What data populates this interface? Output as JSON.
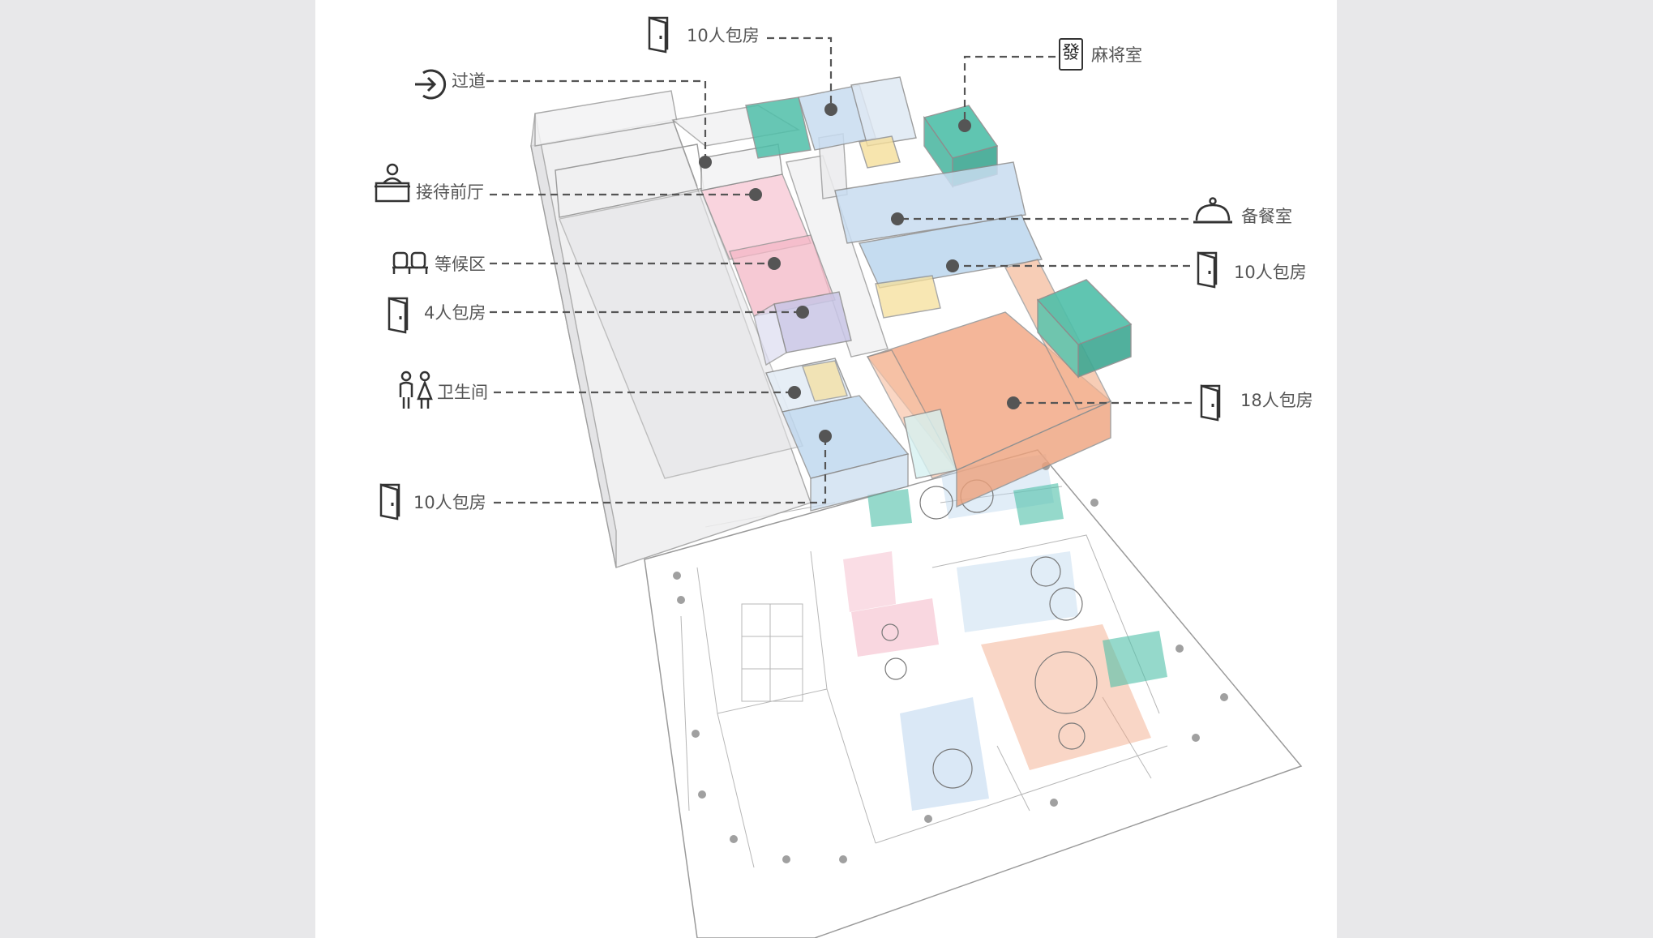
{
  "labels": {
    "guodao": "过道",
    "jiedai": "接待前厅",
    "denghou": "等候区",
    "room4": "4人包房",
    "weisheng": "卫生间",
    "room10_left": "10人包房",
    "room10_top": "10人包房",
    "majiang": "麻将室",
    "beican": "备餐室",
    "room10_right": "10人包房",
    "room18": "18人包房"
  },
  "icons": {
    "guodao": "entry-arrow-icon",
    "jiedai": "reception-desk-icon",
    "denghou": "waiting-seats-icon",
    "room4": "door-icon",
    "weisheng": "restroom-people-icon",
    "room10_left": "door-icon",
    "room10_top": "door-icon",
    "majiang": "mahjong-tile-icon",
    "mahjong_glyph": "發",
    "beican": "cloche-icon",
    "room10_right": "door-icon",
    "room18": "door-icon"
  },
  "colors": {
    "teal": "#4fbfa9",
    "pink": "#f7c6d3",
    "salmon": "#f2a580",
    "blue": "#bcd6ee",
    "yellow": "#f6df9a",
    "lavender": "#c9c6e6",
    "glass": "#e9eaec",
    "leader": "#555555"
  }
}
